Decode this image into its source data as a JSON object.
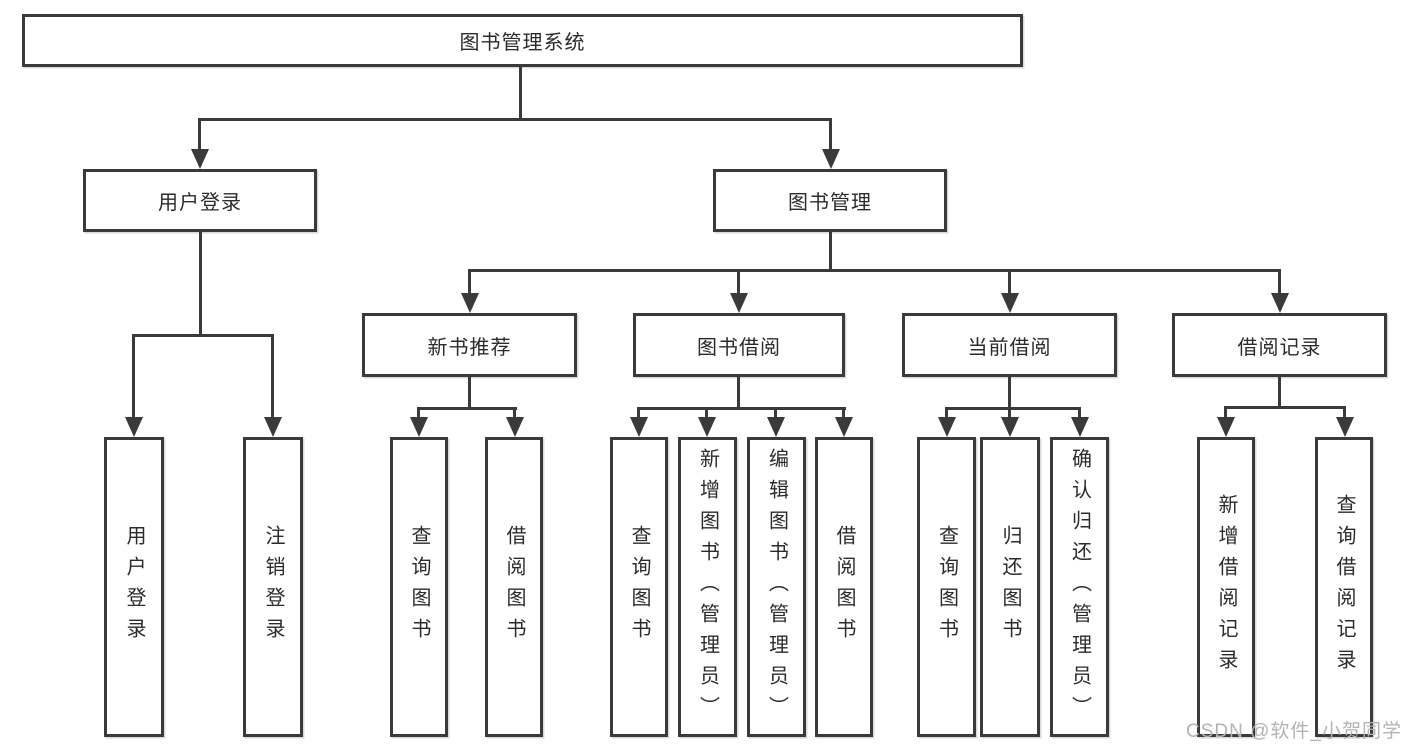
{
  "tree": {
    "label": "图书管理系统",
    "children": [
      {
        "label": "用户登录",
        "children": [
          {
            "label": "用户登录"
          },
          {
            "label": "注销登录"
          }
        ]
      },
      {
        "label": "图书管理",
        "children": [
          {
            "label": "新书推荐",
            "children": [
              {
                "label": "查询图书"
              },
              {
                "label": "借阅图书"
              }
            ]
          },
          {
            "label": "图书借阅",
            "children": [
              {
                "label": "查询图书"
              },
              {
                "label": "新增图书（管理员）"
              },
              {
                "label": "编辑图书（管理员）"
              },
              {
                "label": "借阅图书"
              }
            ]
          },
          {
            "label": "当前借阅",
            "children": [
              {
                "label": "查询图书"
              },
              {
                "label": "归还图书"
              },
              {
                "label": "确认归还（管理员）"
              }
            ]
          },
          {
            "label": "借阅记录",
            "children": [
              {
                "label": "新增借阅记录"
              },
              {
                "label": "查询借阅记录"
              }
            ]
          }
        ]
      }
    ]
  },
  "watermark": "CSDN @软件_小贺同学",
  "colors": {
    "line": "#3a3a3a",
    "text": "#2b2b2b",
    "watermark_text": "#b3b3b3",
    "background": "#ffffff"
  }
}
